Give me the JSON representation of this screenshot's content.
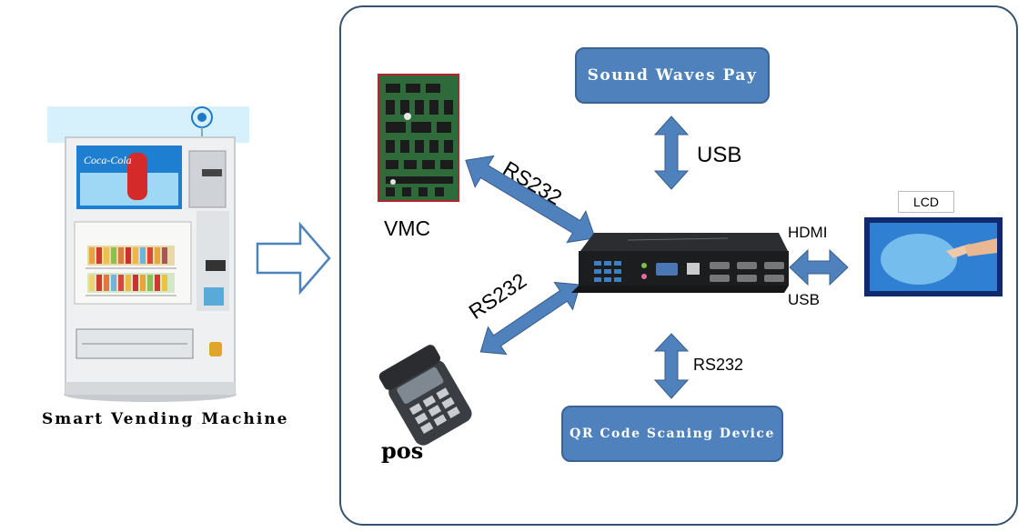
{
  "vending_machine": {
    "caption": "Smart Vending Machine",
    "poster_logo": "Coca-Cola"
  },
  "components": {
    "sound_waves_pay": "Sound Waves Pay",
    "qr_device": "QR Code Scaning Device",
    "vmc": "VMC",
    "pos": "pos",
    "lcd": "LCD"
  },
  "connections": {
    "vmc_link": "RS232",
    "pos_link": "RS232",
    "sound_link": "USB",
    "qr_link": "RS232",
    "lcd_hdmi": "HDMI",
    "lcd_usb": "USB"
  },
  "colors": {
    "box_fill": "#4f81bd",
    "arrow_fill": "#4f81bd",
    "panel_border": "#35536e"
  }
}
